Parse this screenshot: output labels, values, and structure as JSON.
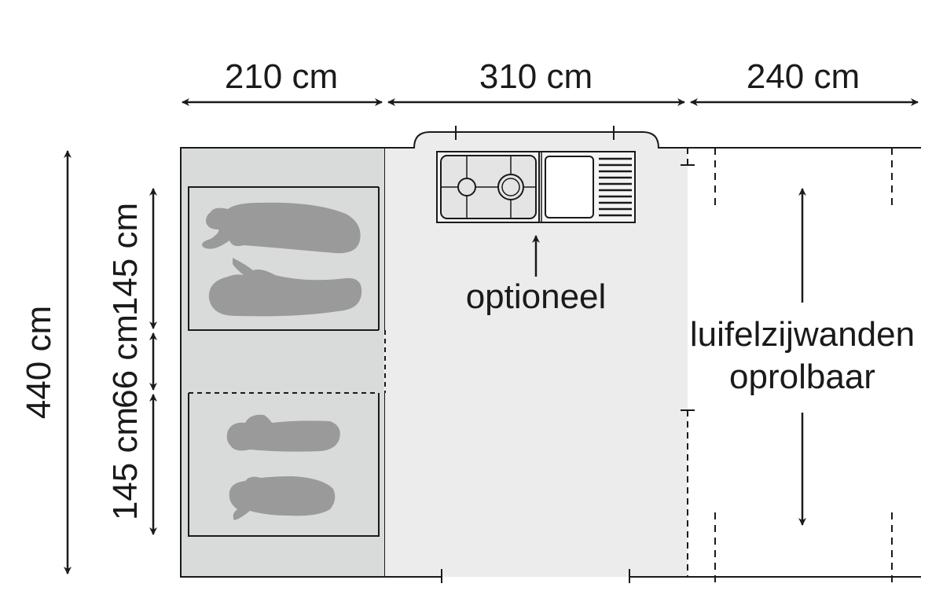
{
  "dimensions": {
    "width_bedroom": "210 cm",
    "width_living": "310 cm",
    "width_awning": "240 cm",
    "total_depth": "440 cm",
    "bed_upper": "145 cm",
    "gap_middle": "66 cm",
    "bed_lower": "145 cm"
  },
  "labels": {
    "kitchen_note": "optioneel",
    "awning_line1": "luifelzijwanden",
    "awning_line2": "oprolbaar"
  },
  "colors": {
    "bedroom_fill": "#d9dbda",
    "living_fill": "#ececec",
    "outline": "#1a1a1a",
    "sleeper_fill": "#9a9a9a",
    "stove_fill": "#e8e8e8"
  },
  "icons": [
    "double-arrow-icon",
    "stove-icon",
    "sink-icon",
    "sleeping-person-icon"
  ]
}
